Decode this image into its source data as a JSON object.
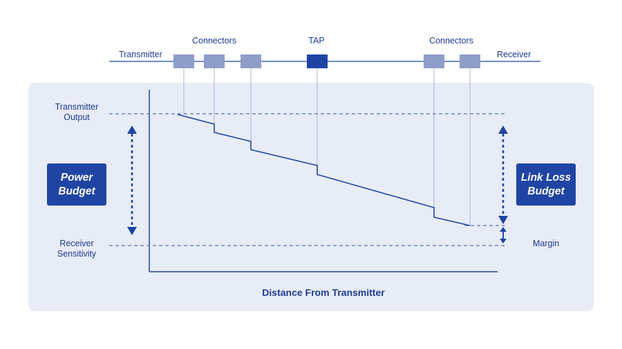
{
  "diagram": {
    "labels": {
      "transmitter": "Transmitter",
      "receiver": "Receiver",
      "connectors_left": "Connectors",
      "connectors_right": "Connectors",
      "tap": "TAP",
      "transmitter_output_line1": "Transmitter",
      "transmitter_output_line2": "Output",
      "receiver_sensitivity_line1": "Receiver",
      "receiver_sensitivity_line2": "Sensitivity",
      "margin": "Margin",
      "x_axis": "Distance From Transmitter"
    },
    "boxes": {
      "power_budget_line1": "Power",
      "power_budget_line2": "Budget",
      "link_loss_budget_line1": "Link Loss",
      "link_loss_budget_line2": "Budget"
    },
    "colors": {
      "primary": "#1f44a3",
      "text": "#1f3a93",
      "connector": "#8e9ec8",
      "tap": "#1f44a3",
      "panel": "#e7ecf6",
      "dashed": "#6f86c3",
      "drop_line": "#a9b6d8"
    }
  }
}
